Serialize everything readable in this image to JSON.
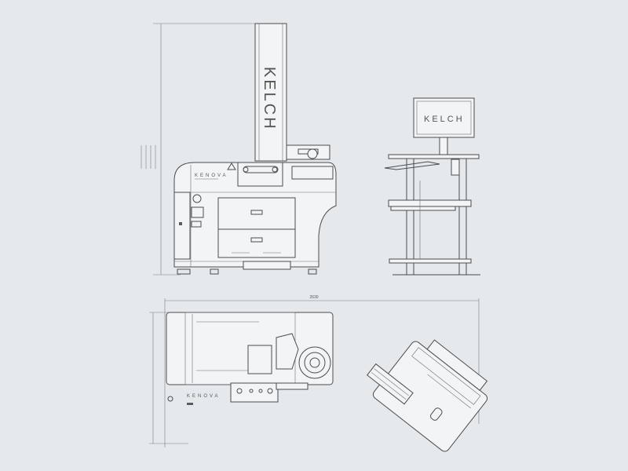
{
  "drawing": {
    "tower_brand": "KELCH",
    "monitor_brand": "KELCH",
    "machine_model_front": "KENOVA",
    "machine_model_top": "KENOVA",
    "overall_width_dimension": "2630"
  },
  "colors": {
    "background": "#e5e9ec",
    "line": "#4a4d50"
  }
}
